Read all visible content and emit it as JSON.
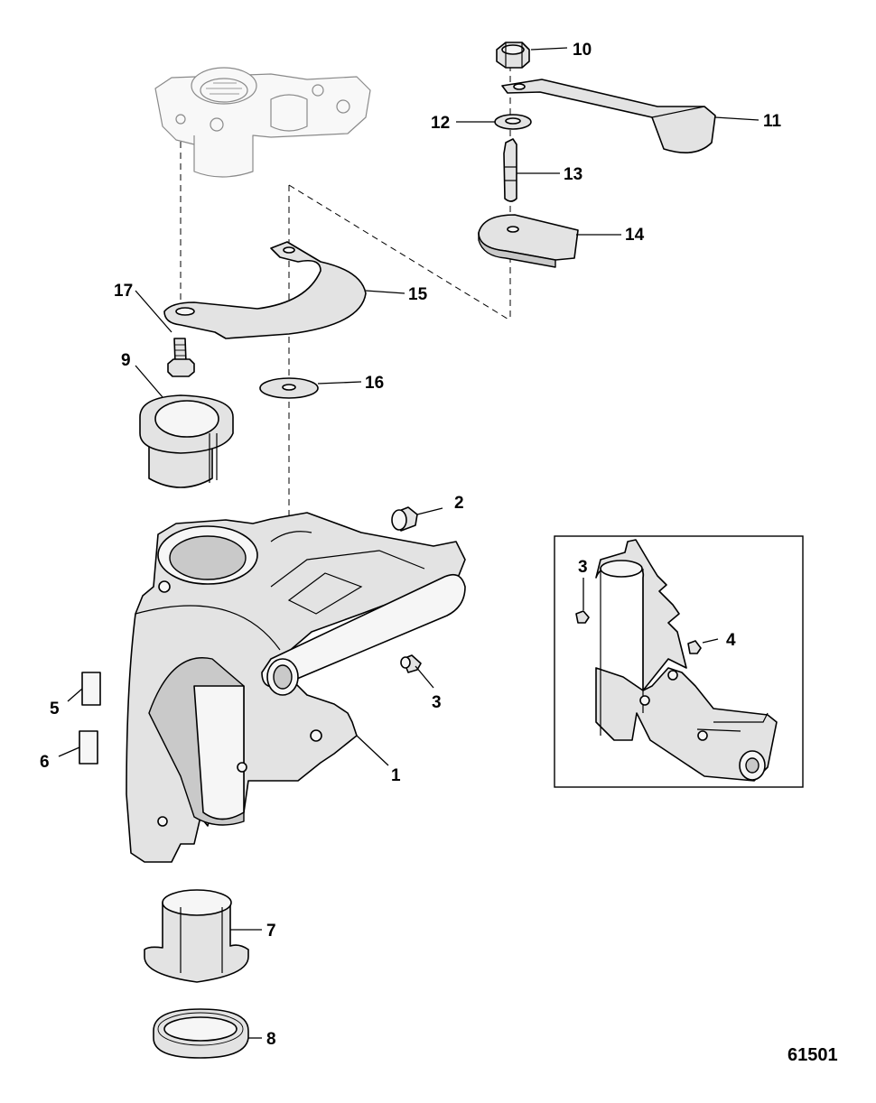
{
  "figure": {
    "id_number": "61501",
    "callouts": [
      "1",
      "2",
      "3",
      "4",
      "5",
      "6",
      "7",
      "8",
      "9",
      "10",
      "11",
      "12",
      "13",
      "14",
      "15",
      "16",
      "17"
    ],
    "inset_callouts": [
      "3",
      "4"
    ]
  }
}
